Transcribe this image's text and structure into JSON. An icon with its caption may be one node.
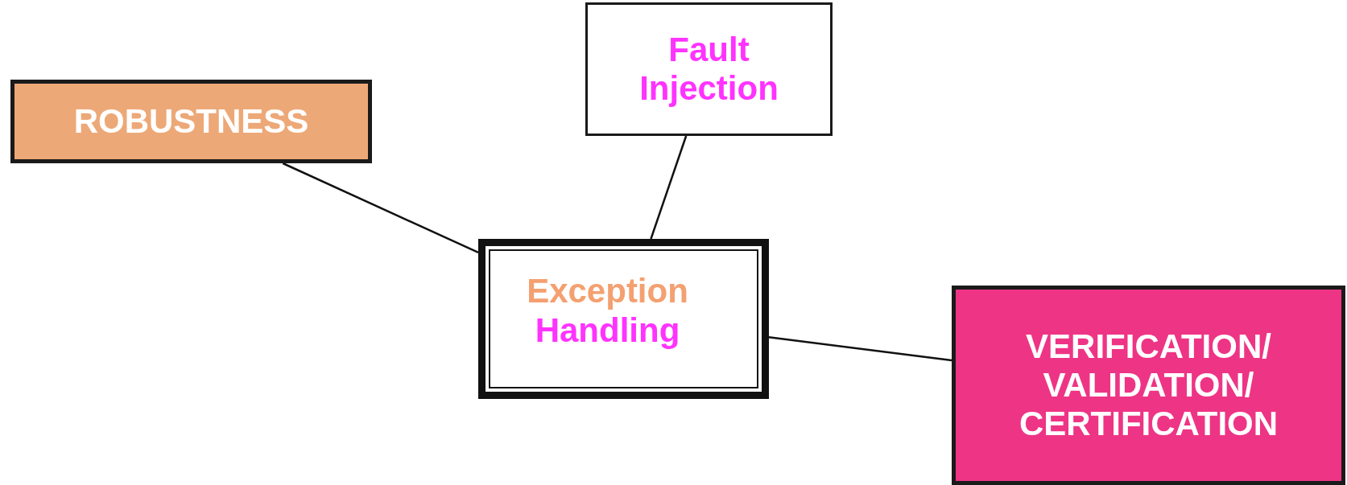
{
  "diagram": {
    "nodes": [
      {
        "text": [
          "ROBUSTNESS"
        ]
      },
      {
        "text": [
          "Fault Injection"
        ]
      },
      {
        "text": [
          "Exception",
          "Handling"
        ]
      },
      {
        "text": [
          "VERIFICATION/ VALIDATION/ CERTIFICATION"
        ]
      }
    ],
    "edges": [
      {
        "from": 0,
        "to": 2,
        "arrow": "none"
      },
      {
        "from": 1,
        "to": 2,
        "arrow": "none"
      },
      {
        "from": 2,
        "to": 3,
        "arrow": "none"
      }
    ]
  }
}
